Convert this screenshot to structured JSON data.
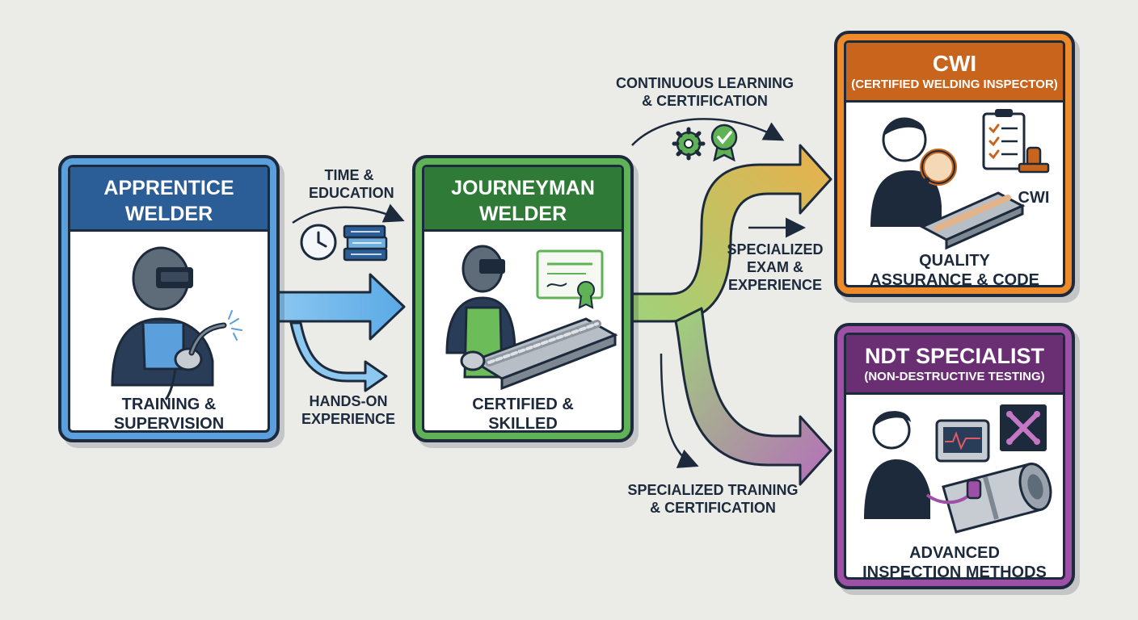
{
  "stages": {
    "apprentice": {
      "title": "APPRENTICE WELDER",
      "caption": "TRAINING & SUPERVISION",
      "color": "#2b5e96",
      "frame": "#5b9fdc"
    },
    "journeyman": {
      "title": "JOURNEYMAN WELDER",
      "caption": "CERTIFIED & SKILLED",
      "color": "#2f7a37",
      "frame": "#5fb255"
    },
    "cwi": {
      "title": "CWI",
      "subtitle": "(CERTIFIED WELDING INSPECTOR)",
      "caption": "QUALITY ASSURANCE & CODE COMPLIANCE",
      "badge": "CWI",
      "color": "#c9641d",
      "frame": "#ef8a2a"
    },
    "ndt": {
      "title": "NDT SPECIALIST",
      "subtitle": "(NON-DESTRUCTIVE TESTING)",
      "caption": "ADVANCED INSPECTION METHODS",
      "color": "#6a2f72",
      "frame": "#9e4fa6"
    }
  },
  "transitions": {
    "time_education": "TIME & EDUCATION",
    "hands_on": "HANDS-ON EXPERIENCE",
    "continuous": "CONTINUOUS LEARNING & CERTIFICATION",
    "specialized_exam": "SPECIALIZED EXAM & EXPERIENCE",
    "specialized_training": "SPECIALIZED TRAINING & CERTIFICATION"
  },
  "icons": [
    "welder-helmet-icon",
    "torch-icon",
    "clock-icon",
    "books-icon",
    "certificate-icon",
    "weld-plate-icon",
    "gear-icon",
    "badge-check-icon",
    "magnifier-icon",
    "clipboard-icon",
    "stamp-icon",
    "monitor-icon",
    "pipe-icon",
    "bone-xray-icon"
  ]
}
